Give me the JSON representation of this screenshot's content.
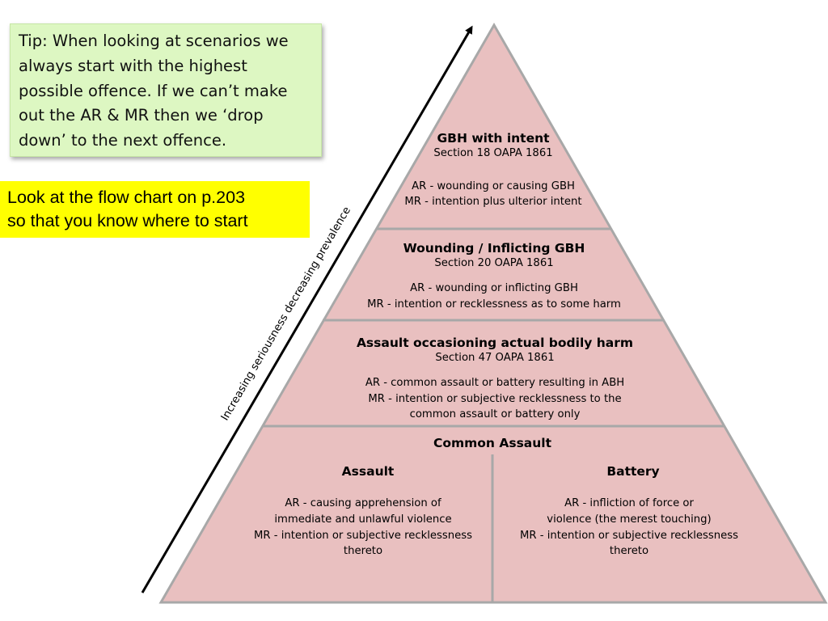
{
  "tip": {
    "lines": [
      "Tip: When looking at scenarios we",
      "always start with the highest",
      "possible offence.  If we can’t make",
      "out the AR & MR then we ‘drop",
      "down’ to the next offence."
    ]
  },
  "look": {
    "lines": [
      "Look at the flow chart on p.203",
      "so that you know where to start"
    ]
  },
  "arrow_label": "Increasing seriousness decreasing prevalence",
  "pyramid": {
    "colors": {
      "fill": "#e9c0c0",
      "stroke": "#a8a8a8"
    },
    "gbh_intent": {
      "title": "GBH with intent",
      "section": "Section 18 OAPA 1861",
      "ar": "AR - wounding or causing GBH",
      "mr": "MR - intention plus ulterior intent"
    },
    "wounding": {
      "title": "Wounding / Inflicting GBH",
      "section": "Section 20 OAPA 1861",
      "ar": "AR - wounding or inflicting GBH",
      "mr": "MR - intention or recklessness as to some harm"
    },
    "abh": {
      "title": "Assault occasioning actual bodily harm",
      "section": "Section 47 OAPA 1861",
      "lines": [
        "AR - common assault or battery resulting in ABH",
        "MR - intention or subjective recklessness to the",
        "common assault or battery only"
      ]
    },
    "common": {
      "title": "Common Assault",
      "assault": {
        "title": "Assault",
        "lines": [
          "AR - causing apprehension of",
          "immediate and unlawful violence",
          "MR - intention or subjective recklessness",
          "thereto"
        ]
      },
      "battery": {
        "title": "Battery",
        "lines": [
          "AR - infliction of force or",
          "violence (the merest touching)",
          "MR - intention or subjective recklessness",
          "thereto"
        ]
      }
    }
  }
}
